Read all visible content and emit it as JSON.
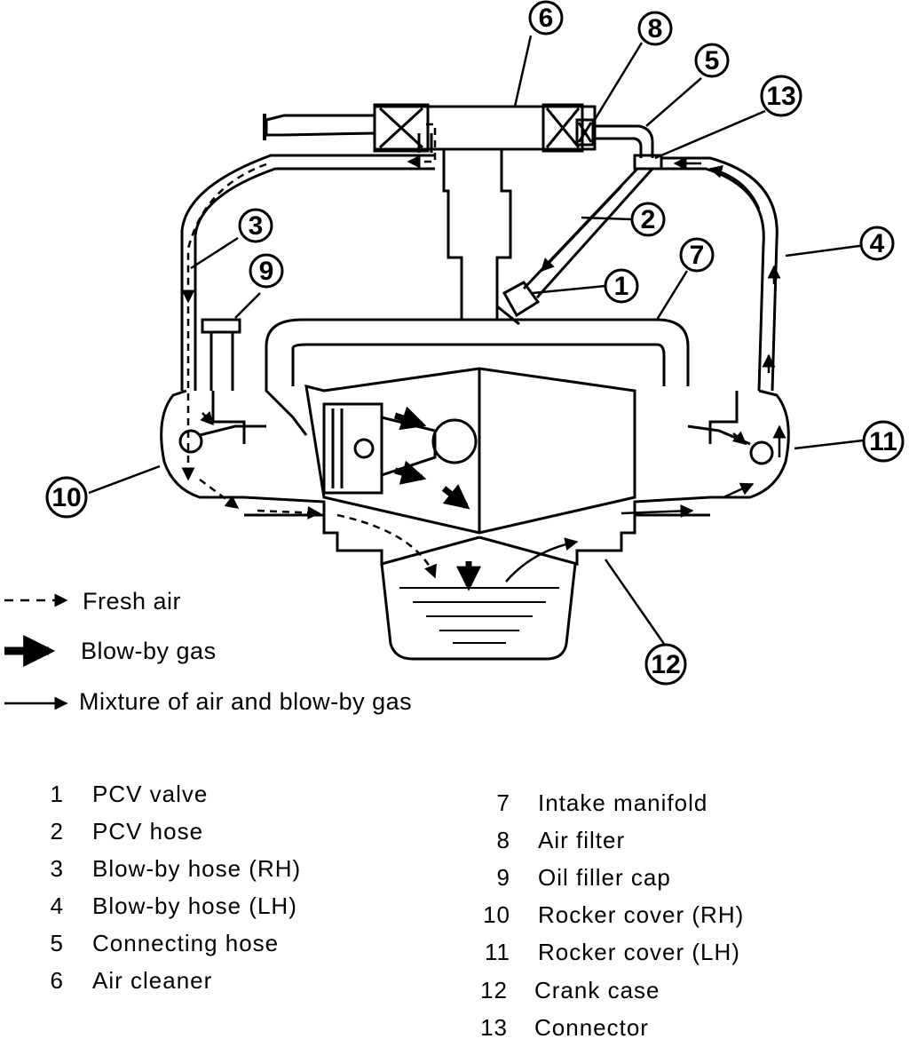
{
  "diagram": {
    "callouts": [
      "1",
      "2",
      "3",
      "4",
      "5",
      "6",
      "7",
      "8",
      "9",
      "10",
      "11",
      "12",
      "13"
    ],
    "legend": {
      "fresh_air": "Fresh air",
      "blow_by": "Blow-by gas",
      "mixture": "Mixture of air and blow-by gas"
    },
    "parts": [
      {
        "num": "1",
        "name": "PCV valve"
      },
      {
        "num": "2",
        "name": "PCV hose"
      },
      {
        "num": "3",
        "name": "Blow-by hose (RH)"
      },
      {
        "num": "4",
        "name": "Blow-by hose (LH)"
      },
      {
        "num": "5",
        "name": "Connecting hose"
      },
      {
        "num": "6",
        "name": "Air cleaner"
      },
      {
        "num": "7",
        "name": "Intake manifold"
      },
      {
        "num": "8",
        "name": "Air filter"
      },
      {
        "num": "9",
        "name": "Oil filler cap"
      },
      {
        "num": "10",
        "name": "Rocker cover (RH)"
      },
      {
        "num": "11",
        "name": "Rocker cover (LH)"
      },
      {
        "num": "12",
        "name": "Crank case"
      },
      {
        "num": "13",
        "name": "Connector"
      }
    ]
  }
}
